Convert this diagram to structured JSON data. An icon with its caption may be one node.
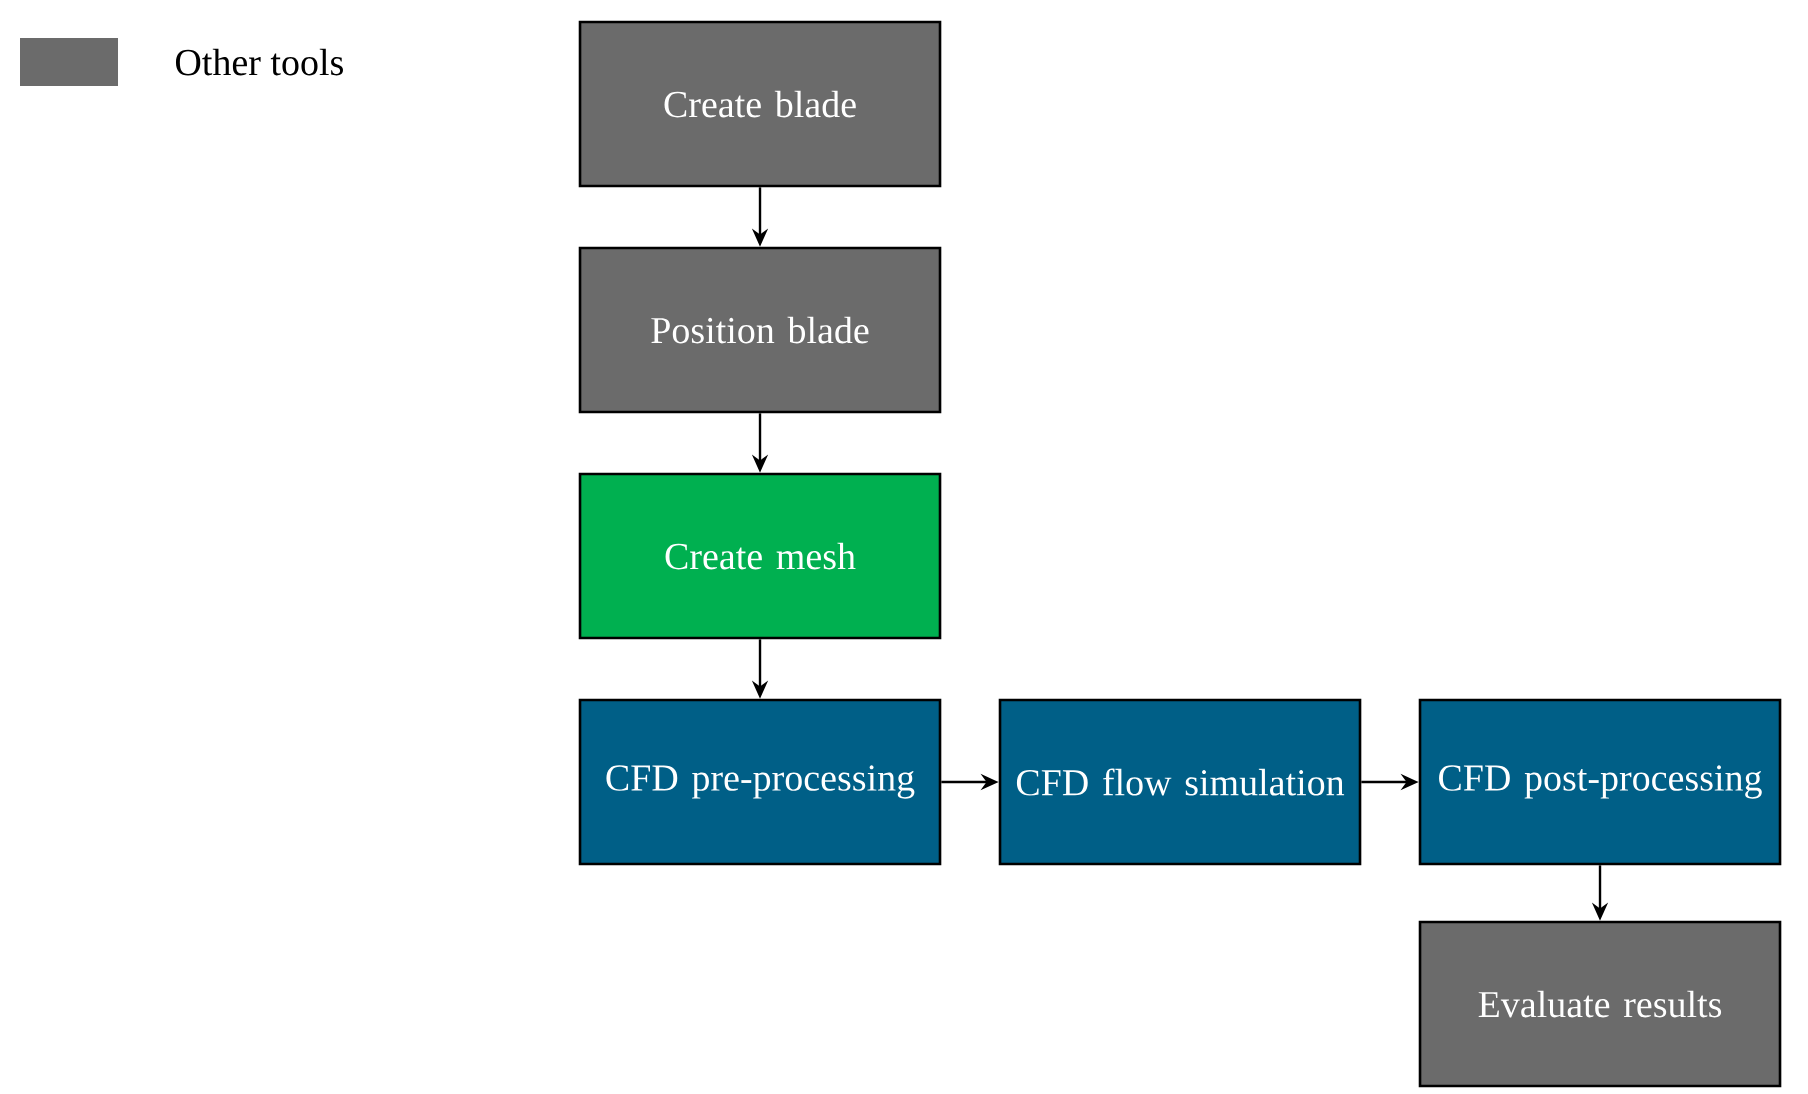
{
  "diagram": {
    "nodes": [
      {
        "text": [
          "Create blade"
        ]
      },
      {
        "text": [
          "Position blade"
        ]
      },
      {
        "text": [
          "Create mesh"
        ]
      },
      {
        "text": [
          "CFD pre-processing"
        ]
      },
      {
        "text": [
          "CFD flow simulation"
        ]
      },
      {
        "text": [
          "CFD post-processing"
        ]
      },
      {
        "text": [
          "Evaluate results"
        ]
      }
    ],
    "edges": [
      {
        "from": 0,
        "to": 1,
        "arrow": "to"
      },
      {
        "from": 1,
        "to": 2,
        "arrow": "to"
      },
      {
        "from": 2,
        "to": 3,
        "arrow": "to"
      },
      {
        "from": 3,
        "to": 4,
        "arrow": "to"
      },
      {
        "from": 4,
        "to": 5,
        "arrow": "to"
      },
      {
        "from": 5,
        "to": 6,
        "arrow": "to"
      }
    ],
    "legend": [
      {
        "text": "Other tools",
        "color": "#6b6b6b"
      }
    ]
  }
}
